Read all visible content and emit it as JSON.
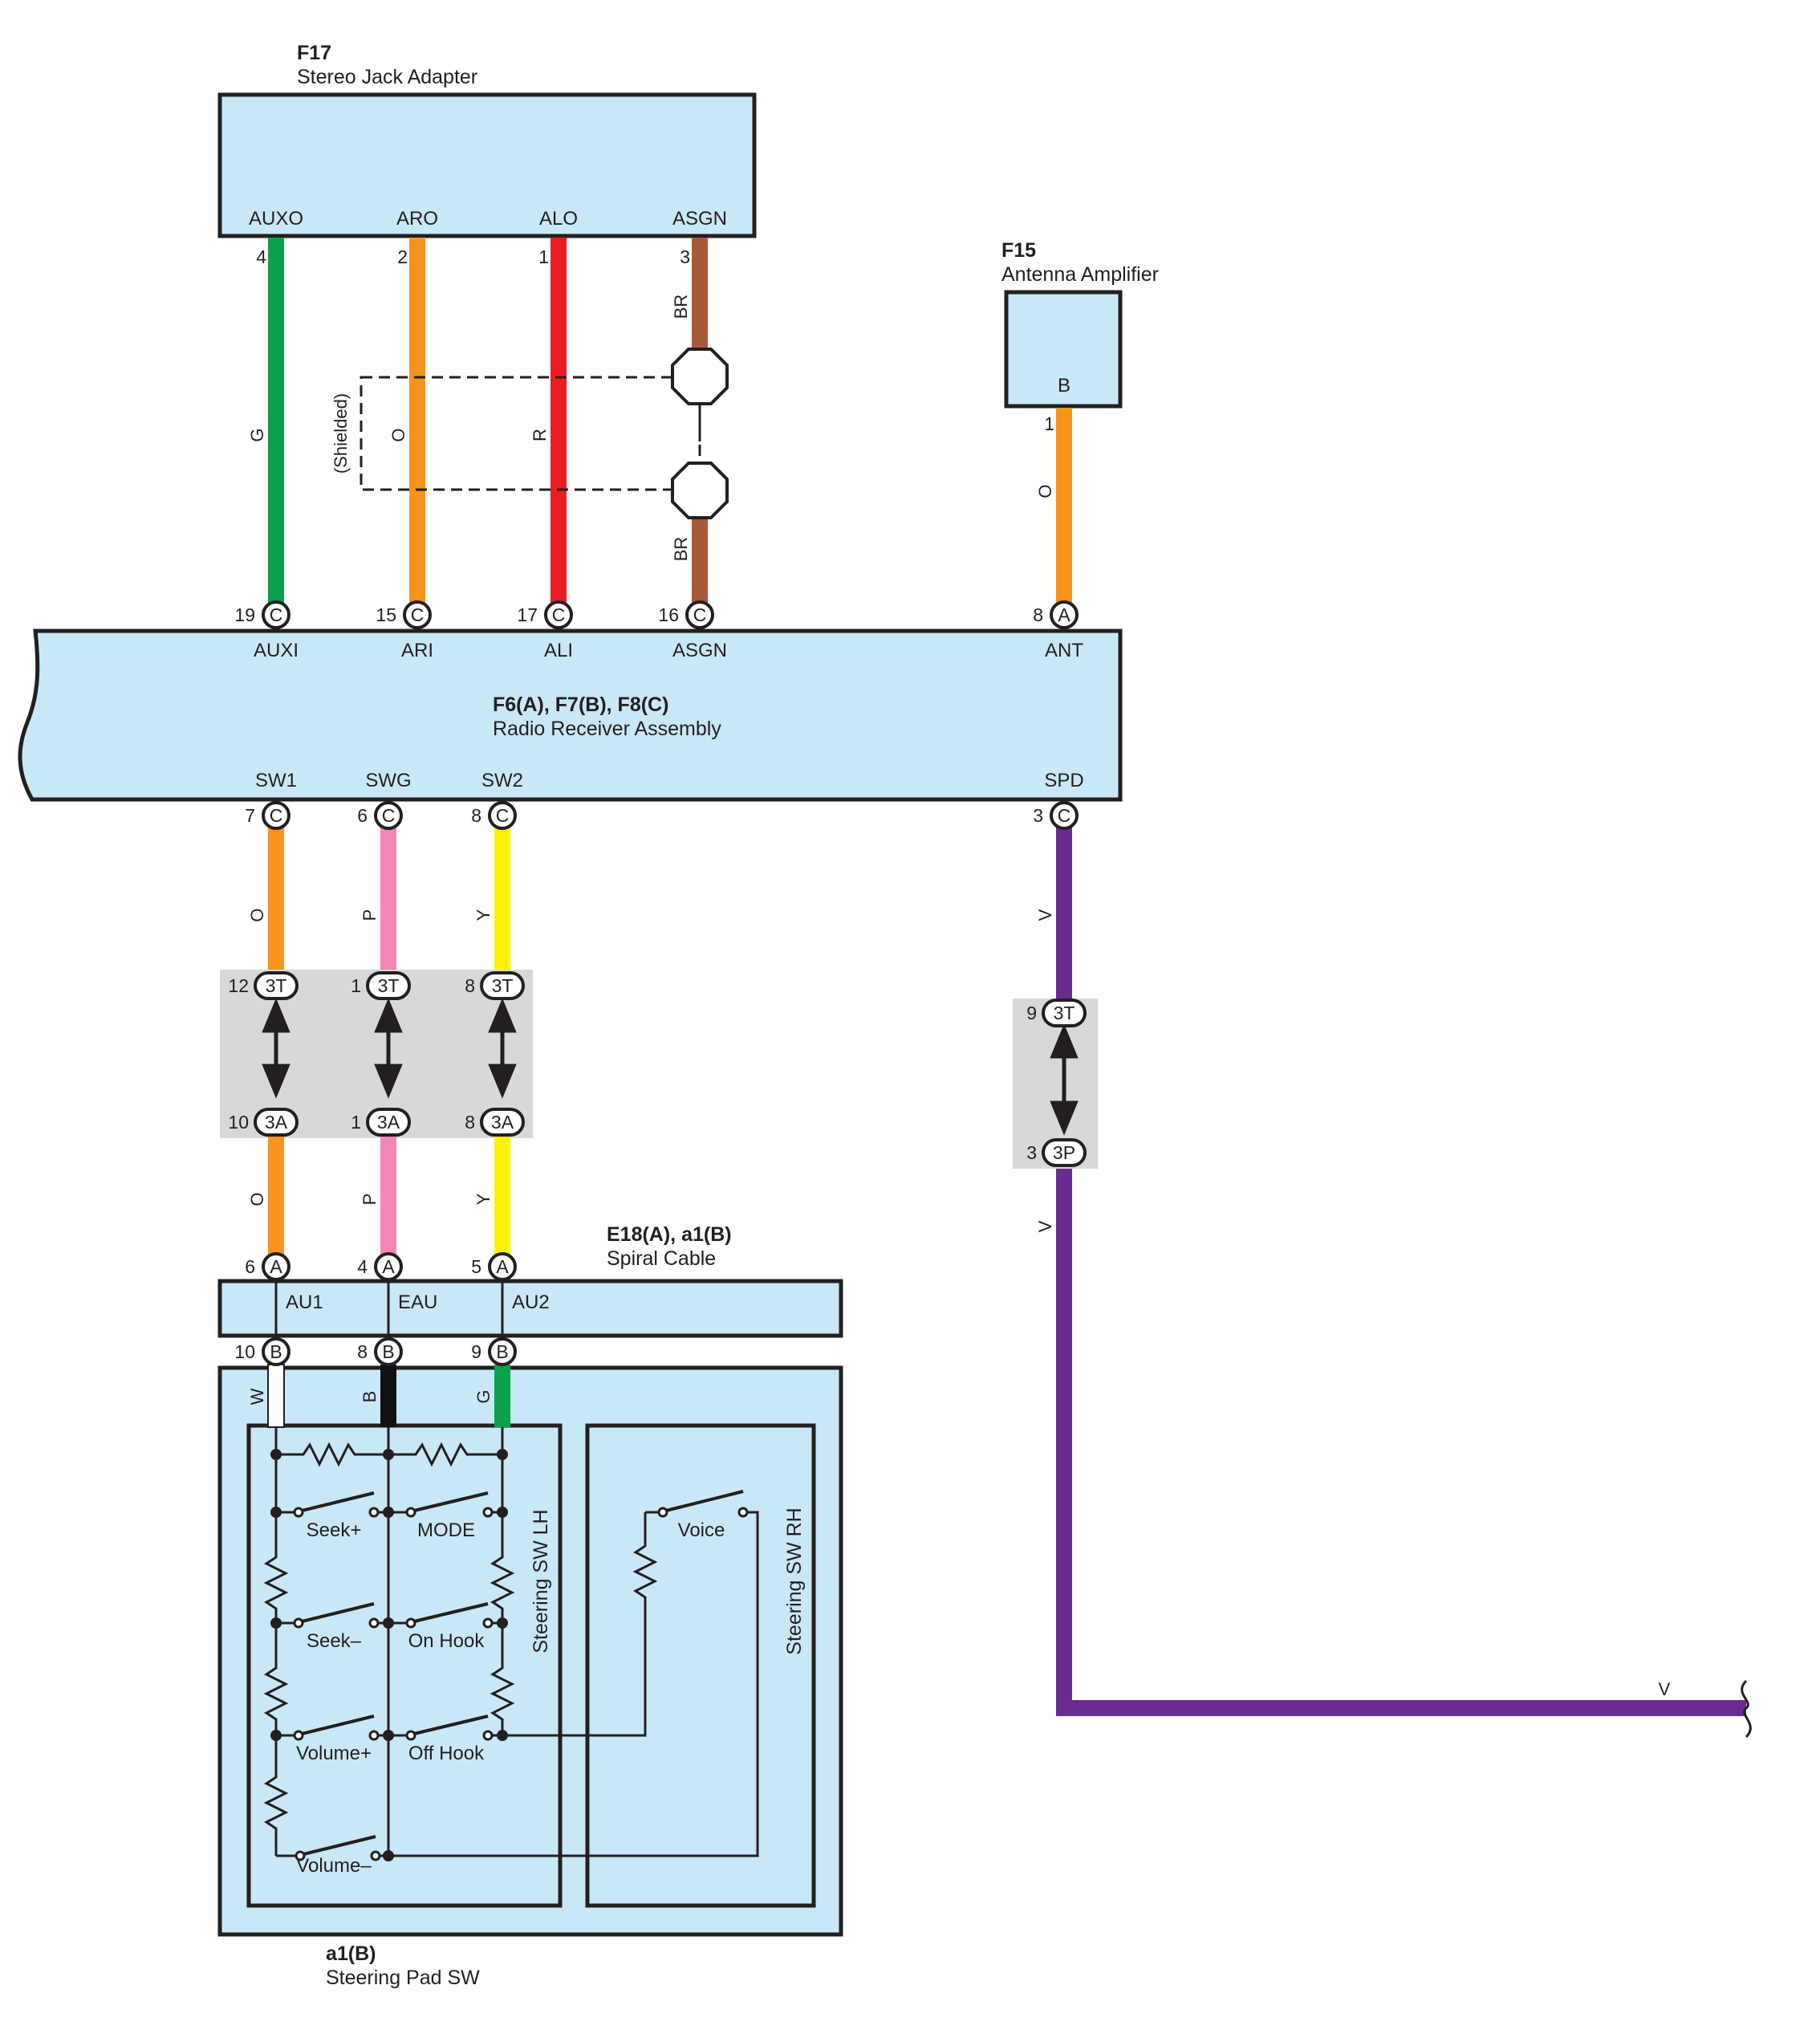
{
  "colors": {
    "box_fill": "#c8e8f8",
    "G": "#0aa14b",
    "O": "#f7941d",
    "R": "#ed1c24",
    "BR": "#a65a3a",
    "P": "#f287b7",
    "Y": "#fff200",
    "V": "#6a2c91",
    "W": "#ffffff",
    "B": "#111111"
  },
  "components": {
    "f17": {
      "id": "F17",
      "name": "Stereo Jack Adapter",
      "terminals": [
        "AUXO",
        "ARO",
        "ALO",
        "ASGN"
      ],
      "pins": [
        "4",
        "2",
        "1",
        "3"
      ]
    },
    "f15": {
      "id": "F15",
      "name": "Antenna Amplifier",
      "terminal": "B",
      "pin": "1"
    },
    "radio": {
      "id": "F6(A), F7(B), F8(C)",
      "name": "Radio Receiver Assembly",
      "top_terminals": [
        "AUXI",
        "ARI",
        "ALI",
        "ASGN",
        "ANT"
      ],
      "top_pins": [
        "19",
        "15",
        "17",
        "16",
        "8"
      ],
      "top_conn": [
        "C",
        "C",
        "C",
        "C",
        "A"
      ],
      "bottom_terminals": [
        "SW1",
        "SWG",
        "SW2",
        "SPD"
      ],
      "bottom_pins": [
        "7",
        "6",
        "8",
        "3"
      ],
      "bottom_conn": [
        "C",
        "C",
        "C",
        "C"
      ]
    },
    "spiral": {
      "id": "E18(A), a1(B)",
      "name": "Spiral Cable",
      "terminals": [
        "AU1",
        "EAU",
        "AU2"
      ],
      "top_pins": [
        "6",
        "4",
        "5"
      ],
      "top_conn": [
        "A",
        "A",
        "A"
      ],
      "bottom_pins": [
        "10",
        "8",
        "9"
      ],
      "bottom_conn": [
        "B",
        "B",
        "B"
      ]
    },
    "pad": {
      "id": "a1(B)",
      "name": "Steering Pad SW",
      "lh_label": "Steering SW LH",
      "rh_label": "Steering SW RH",
      "switches": [
        "Seek+",
        "MODE",
        "Seek–",
        "On Hook",
        "Volume+",
        "Off Hook",
        "Volume–",
        "Voice"
      ]
    }
  },
  "junctions": {
    "left": {
      "top_pins": [
        "12",
        "1",
        "8"
      ],
      "top_conn": "3T",
      "bottom_pins": [
        "10",
        "1",
        "8"
      ],
      "bottom_conn": "3A"
    },
    "right": {
      "top_pin": "9",
      "top_conn": "3T",
      "bottom_pin": "3",
      "bottom_conn": "3P"
    }
  },
  "wire_codes": {
    "g": "G",
    "o": "O",
    "r": "R",
    "br": "BR",
    "p": "P",
    "y": "Y",
    "v": "V",
    "w": "W",
    "b": "B"
  },
  "shielded": "(Shielded)"
}
